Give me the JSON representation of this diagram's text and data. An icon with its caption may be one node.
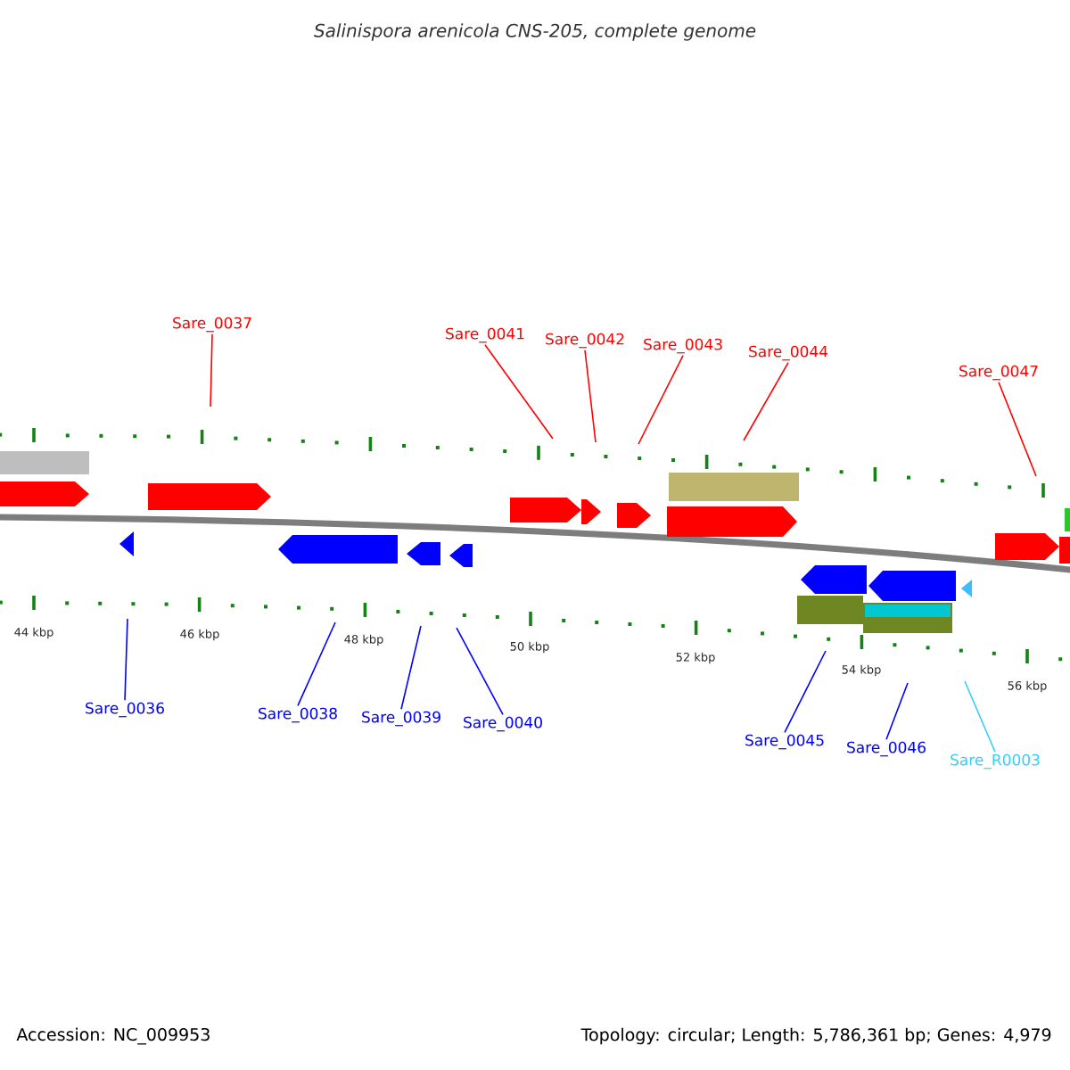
{
  "diagram": {
    "title": "Salinispora arenicola CNS-205, complete genome",
    "nodes": [
      {
        "text": [
          "Sare_0037"
        ]
      },
      {
        "text": [
          "Sare_0041"
        ]
      },
      {
        "text": [
          "Sare_0042"
        ]
      },
      {
        "text": [
          "Sare_0043"
        ]
      },
      {
        "text": [
          "Sare_0044"
        ]
      },
      {
        "text": [
          "Sare_0047"
        ]
      },
      {
        "text": [
          "Sare_0036"
        ]
      },
      {
        "text": [
          "Sare_0038"
        ]
      },
      {
        "text": [
          "Sare_0039"
        ]
      },
      {
        "text": [
          "Sare_0040"
        ]
      },
      {
        "text": [
          "Sare_0045"
        ]
      },
      {
        "text": [
          "Sare_0046"
        ]
      },
      {
        "text": [
          "Sare_R0003"
        ]
      }
    ],
    "edges": [
      {
        "from": 0,
        "to": null,
        "arrow": "none",
        "color": "#ff0000"
      },
      {
        "from": 1,
        "to": null,
        "arrow": "none",
        "color": "#ff0000"
      },
      {
        "from": 2,
        "to": null,
        "arrow": "none",
        "color": "#ff0000"
      },
      {
        "from": 3,
        "to": null,
        "arrow": "none",
        "color": "#ff0000"
      },
      {
        "from": 4,
        "to": null,
        "arrow": "none",
        "color": "#ff0000"
      },
      {
        "from": 5,
        "to": null,
        "arrow": "none",
        "color": "#ff0000"
      },
      {
        "from": 6,
        "to": null,
        "arrow": "none",
        "color": "#0000ff"
      },
      {
        "from": 7,
        "to": null,
        "arrow": "none",
        "color": "#0000ff"
      },
      {
        "from": 8,
        "to": null,
        "arrow": "none",
        "color": "#0000ff"
      },
      {
        "from": 9,
        "to": null,
        "arrow": "none",
        "color": "#0000ff"
      },
      {
        "from": 10,
        "to": null,
        "arrow": "none",
        "color": "#0000ff"
      },
      {
        "from": 11,
        "to": null,
        "arrow": "none",
        "color": "#0000ff"
      },
      {
        "from": 12,
        "to": null,
        "arrow": "none",
        "color": "#33ccff"
      }
    ],
    "labels": [
      "44 kbp",
      "46 kbp",
      "48 kbp",
      "50 kbp",
      "52 kbp",
      "54 kbp",
      "56 kbp",
      "Accession: NC_009953",
      "Topology: circular; Length: 5,786,361 bp; Genes: 4,979"
    ]
  }
}
